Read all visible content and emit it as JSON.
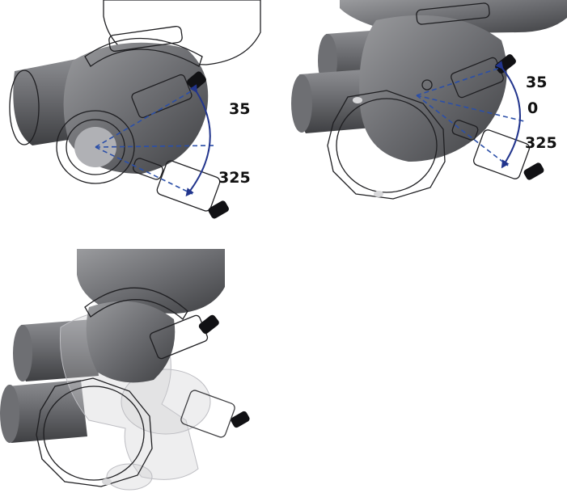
{
  "colors": {
    "arc": "#22358d",
    "guide_dash": "#2b4fa8",
    "metal_dark": "#4a4b4e",
    "metal_light": "#a5a6a9",
    "knob": "#111114"
  },
  "view1": {
    "angle_upper": "35",
    "angle_lower": "325"
  },
  "view2": {
    "angle_upper": "35",
    "angle_zero": "0",
    "angle_lower": "325"
  }
}
